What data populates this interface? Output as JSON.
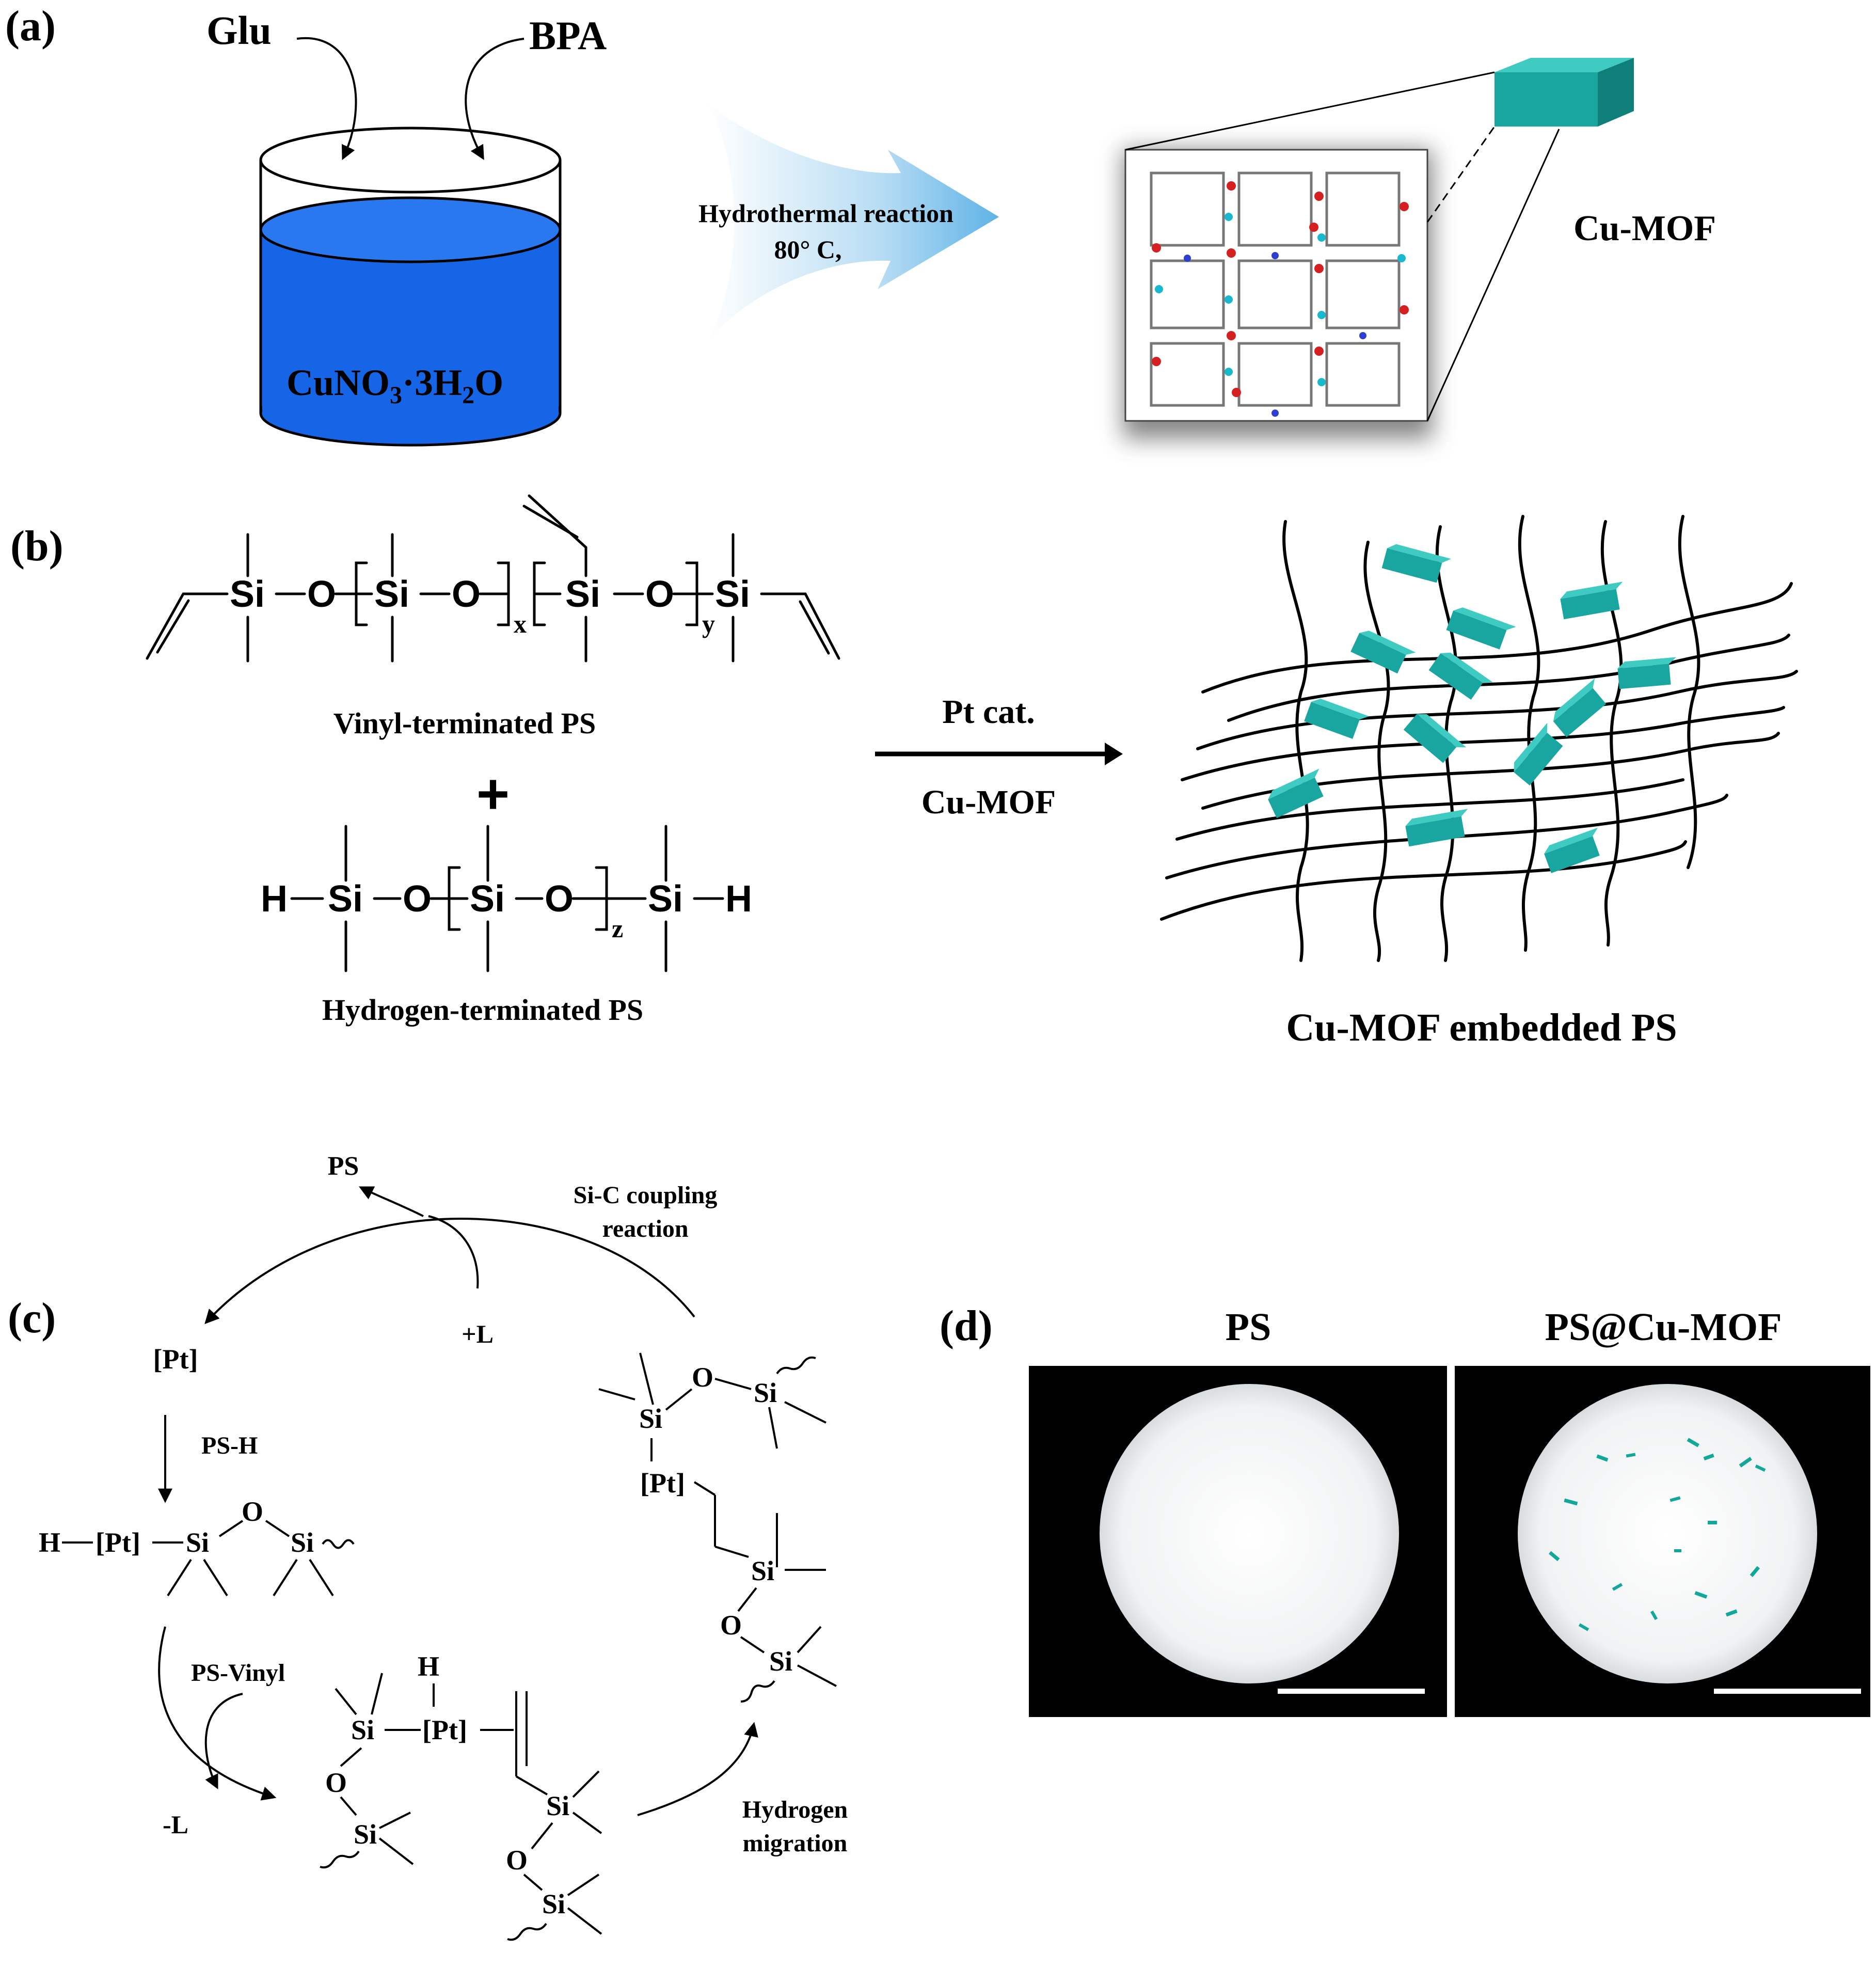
{
  "panel_a": {
    "label": "(a)",
    "reagent_left": "Glu",
    "reagent_right": "BPA",
    "solution": "CuNO",
    "solution_sub1": "3",
    "solution_mid": "·3H",
    "solution_sub2": "2",
    "solution_end": "O",
    "reaction_line1": "Hydrothermal reaction",
    "reaction_line2": "80° C,",
    "product": "Cu-MOF",
    "colors": {
      "solution": "#1565e6",
      "crystal": "#1aa6a0"
    }
  },
  "panel_b": {
    "label": "(b)",
    "vinyl_si": "Si",
    "vinyl_o": "O",
    "sub_x": "x",
    "sub_y": "y",
    "sub_z": "z",
    "hydrogen": "H",
    "vinyl_caption": "Vinyl-terminated PS",
    "plus": "+",
    "hydrogen_caption": "Hydrogen-terminated PS",
    "catalyst": "Pt cat.",
    "additive": "Cu-MOF",
    "product_caption": "Cu-MOF embedded PS"
  },
  "panel_c": {
    "label": "(c)",
    "ps": "PS",
    "coupling_line1": "Si-C coupling",
    "coupling_line2": "reaction",
    "plus_l": "+L",
    "pt": "[Pt]",
    "ps_h": "PS-H",
    "h": "H",
    "si": "Si",
    "o": "O",
    "ps_vinyl": "PS-Vinyl",
    "minus_l": "-L",
    "migration_line1": "Hydrogen",
    "migration_line2": "migration"
  },
  "panel_d": {
    "label": "(d)",
    "left_title": "PS",
    "right_title": "PS@Cu-MOF"
  }
}
